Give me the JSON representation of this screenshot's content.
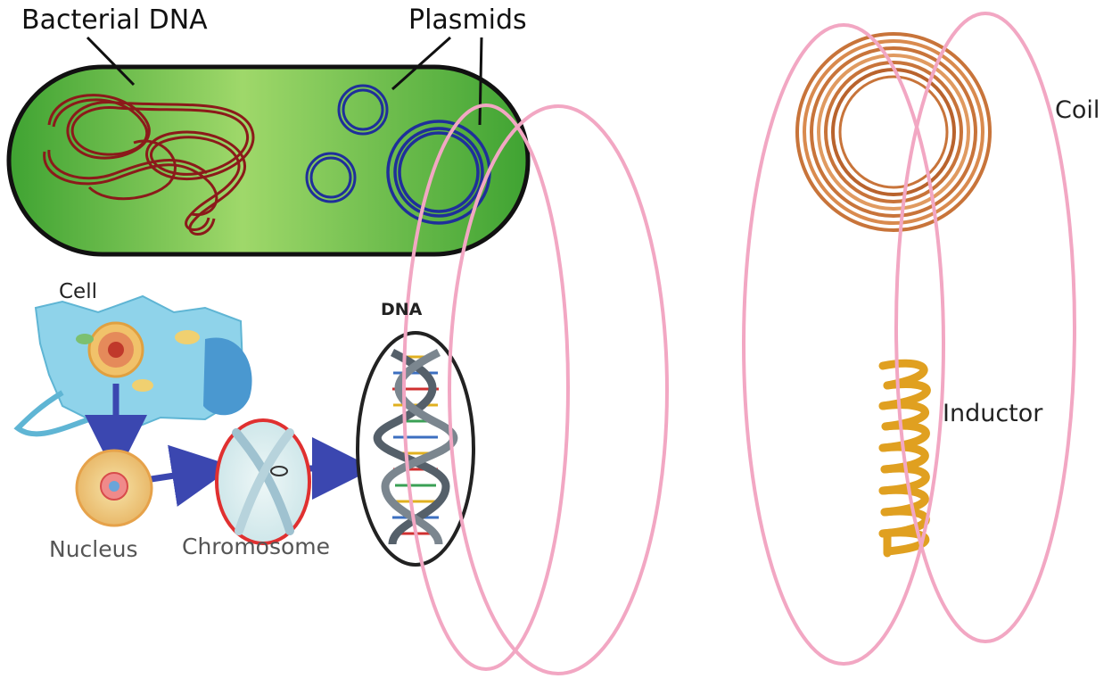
{
  "labels": {
    "bacterial_dna": "Bacterial DNA",
    "plasmids": "Plasmids",
    "cell": "Cell",
    "dna": "DNA",
    "nucleus": "Nucleus",
    "chromosome": "Chromosome",
    "coil": "Coil",
    "inductor": "Inductor"
  },
  "colors": {
    "bacterium_fill": "#4fb13c",
    "bacterium_outline": "#111111",
    "bacterial_dna": "#8b1a1a",
    "plasmid": "#1f2f9a",
    "loop": "#f2a7c3",
    "arrow": "#3b47b0",
    "chromosome_ring": "#e03030",
    "copper": "#c8743a",
    "spring": "#e0a020"
  }
}
